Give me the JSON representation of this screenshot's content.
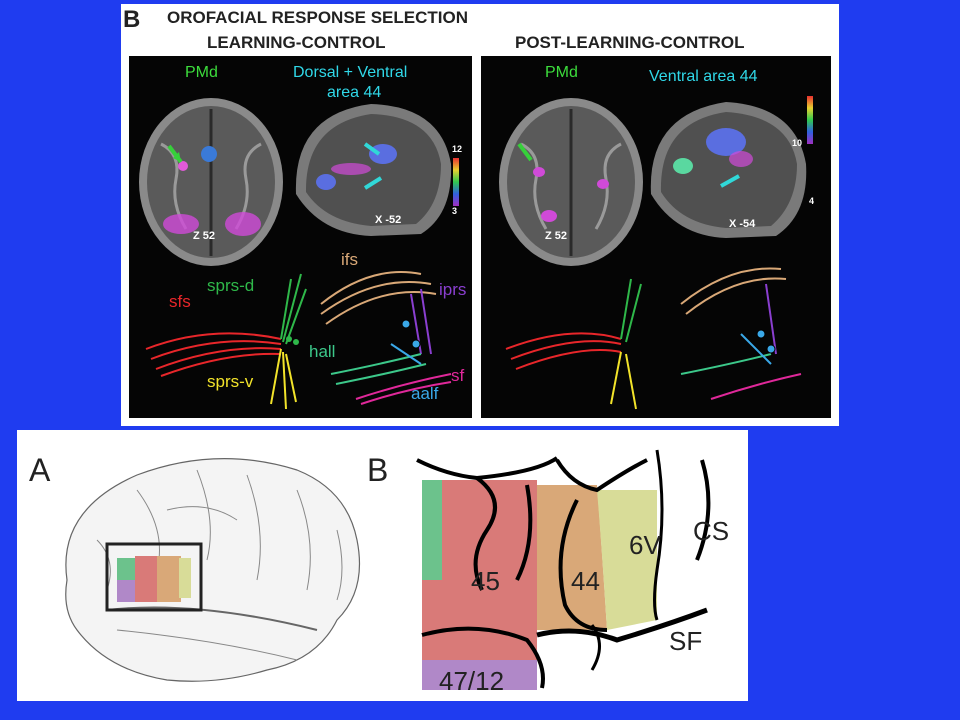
{
  "top": {
    "panel_letter": "B",
    "title_line1": "OROFACIAL RESPONSE SELECTION",
    "left_title": "LEARNING-CONTROL",
    "right_title": "POST-LEARNING-CONTROL",
    "left_pmd": "PMd",
    "left_area": "Dorsal + Ventral",
    "left_area2": "area 44",
    "right_pmd": "PMd",
    "right_area": "Ventral area 44",
    "left_z": "Z 52",
    "left_x": "X -52",
    "right_z": "Z 52",
    "right_x": "X -54",
    "left_scale_max": "12",
    "left_scale_min": "3",
    "right_scale_max": "10",
    "right_scale_min": "4",
    "tract_sfs": "sfs",
    "tract_sprs_d": "sprs-d",
    "tract_sprs_v": "sprs-v",
    "tract_ifs": "ifs",
    "tract_iprs": "iprs",
    "tract_hall": "hall",
    "tract_sf": "sf",
    "tract_aalf": "aalf",
    "colors": {
      "sfs": "#e8262a",
      "sprs_d": "#2fb84a",
      "sprs_v": "#f2e32a",
      "ifs": "#d9a877",
      "iprs": "#8a3fd0",
      "hall": "#3cc88a",
      "sf": "#e0289a",
      "aalf": "#3aa8e8"
    }
  },
  "bottom": {
    "panel_a": "A",
    "panel_b": "B",
    "label_45": "45",
    "label_44": "44",
    "label_6v": "6V",
    "label_cs": "CS",
    "label_sf": "SF",
    "label_47": "47/12",
    "colors": {
      "area45": "#d97a78",
      "area44": "#d9a878",
      "area6v": "#d8dc98",
      "area_green": "#6cc28c",
      "area47": "#b088c8"
    }
  }
}
